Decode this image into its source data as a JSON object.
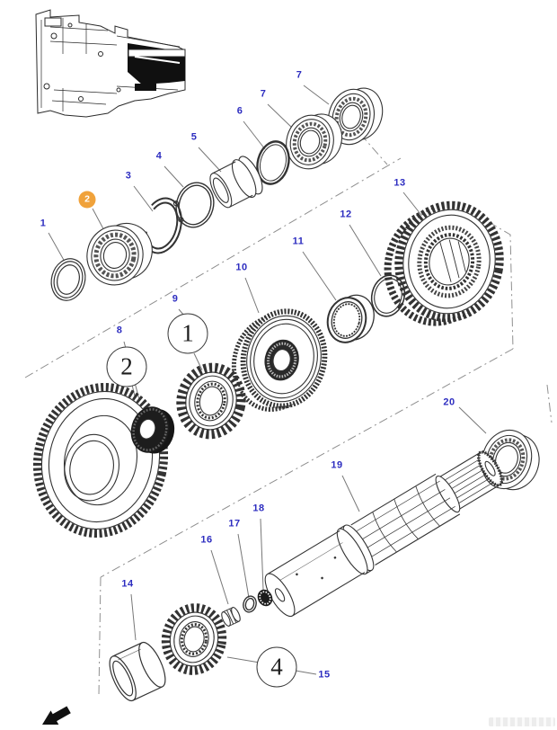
{
  "diagram": {
    "highlighted_callout": "2"
  },
  "colors": {
    "callout_text": "#2d2dc0",
    "highlight_badge": "#f0a23b",
    "line_art": "#333333",
    "boundary_dash": "#8f8f8f"
  },
  "icons": {
    "direction_arrow": "arrow-southwest-icon",
    "thumbnail": "gearbox-housing-thumbnail"
  },
  "callouts": [
    {
      "label": "1"
    },
    {
      "label": "2",
      "highlighted": true
    },
    {
      "label": "3"
    },
    {
      "label": "4"
    },
    {
      "label": "5"
    },
    {
      "label": "6"
    },
    {
      "label": "7"
    },
    {
      "label": "7"
    },
    {
      "label": "8"
    },
    {
      "label": "9"
    },
    {
      "label": "10"
    },
    {
      "label": "11"
    },
    {
      "label": "12"
    },
    {
      "label": "13"
    },
    {
      "label": "14"
    },
    {
      "label": "15"
    },
    {
      "label": "16"
    },
    {
      "label": "17"
    },
    {
      "label": "18"
    },
    {
      "label": "19"
    },
    {
      "label": "20"
    }
  ],
  "assembly_refs": [
    {
      "label": "1"
    },
    {
      "label": "2"
    },
    {
      "label": "4"
    }
  ]
}
